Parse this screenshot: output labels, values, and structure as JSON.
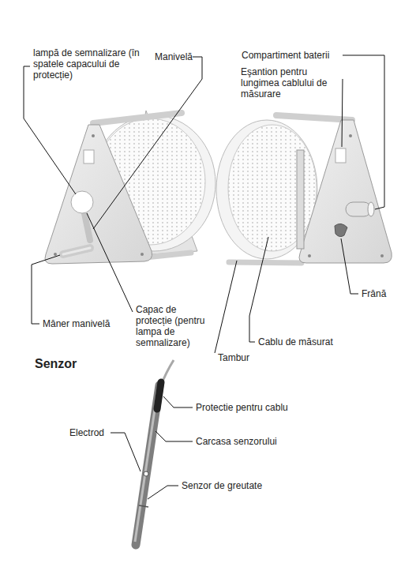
{
  "diagram": {
    "labels": [
      "lampă de semnalizare (în spatele capacului de protecție)",
      "Manivelă",
      "Compartiment baterii",
      "Eşantion pentru lungimea cablului de măsurare",
      "Frână",
      "Capac de protecție (pentru lampa de semnalizare)",
      "Mâner manivelă",
      "Tambur",
      "Cablu de măsurat",
      "Senzor",
      "Protectie pentru cablu",
      "Electrod",
      "Carcasa senzorului",
      "Senzor de greutate"
    ]
  }
}
